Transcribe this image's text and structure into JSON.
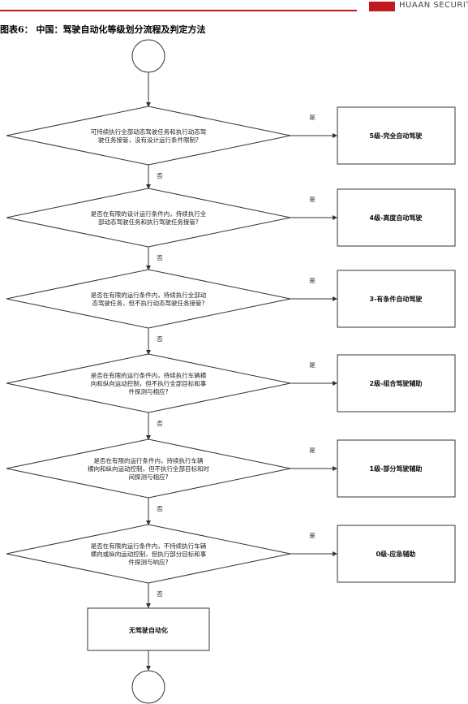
{
  "header": {
    "logo_text": "HUAAN SECURITIES",
    "figure_title": "图表6： 中国：驾驶自动化等级划分流程及判定方法"
  },
  "flow": {
    "yes_label": "是",
    "no_label": "否",
    "questions": [
      [
        "可持续执行全部动态驾驶任务和执行动态驾",
        "驶任务接管，没有设计运行条件限制?"
      ],
      [
        "是否在有限的设计运行条件内，持续执行全",
        "部动态驾驶任务和执行驾驶任务接管?"
      ],
      [
        "是否在有限的运行条件内，持续执行全部动",
        "态驾驶任务，但不执行动态驾驶任务接管?"
      ],
      [
        "是否在有限的运行条件内，持续执行车辆横",
        "向和纵向运动控制，但不执行全部目标和事",
        "件探测与相应?"
      ],
      [
        "是否在有限的运行条件内，持续执行车辆",
        "横向和纵向运动控制，但不执行全部目标和时",
        "间探测与相应?"
      ],
      [
        "是否在有限的运行条件内，不持续执行车辆",
        "横向或纵向运动控制，但执行部分目标和事",
        "件探测与响应?"
      ]
    ],
    "results": [
      "5级-完全自动驾驶",
      "4级-高度自动驾驶",
      "3-有条件自动驾驶",
      "2级-组合驾驶辅助",
      "1级-部分驾驶辅助",
      "0级-应急辅助"
    ],
    "final_result": "无驾驶自动化"
  }
}
